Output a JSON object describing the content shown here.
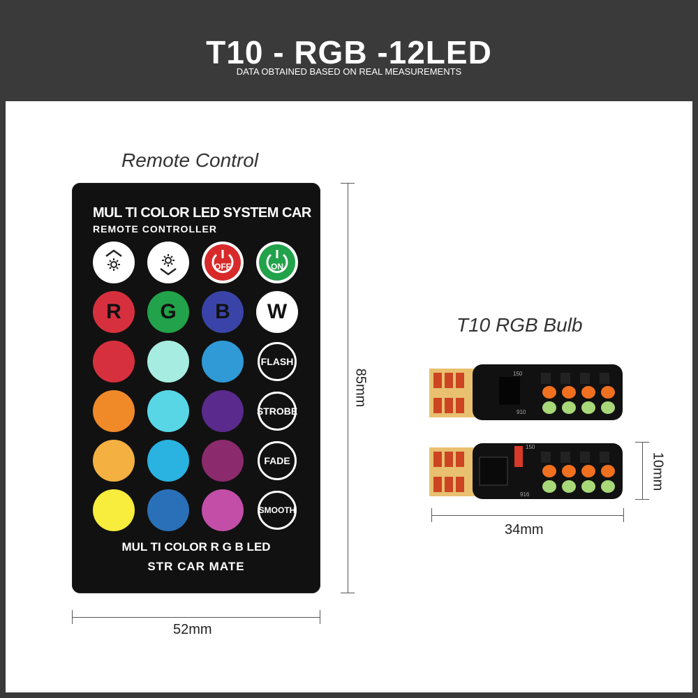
{
  "header": {
    "title": "T10 - RGB -12LED",
    "subtitle": "DATA OBTAINED BASED ON REAL MEASUREMENTS"
  },
  "remote": {
    "caption": "Remote Control",
    "heading_line1": "MUL TI COLOR LED SYSTEM CAR",
    "heading_line2": "REMOTE CONTROLLER",
    "footer_line1": "MUL TI COLOR R G B LED",
    "footer_line2": "STR CAR MATE",
    "buttons": {
      "off": "OFF",
      "on": "ON",
      "r": "R",
      "g": "G",
      "b": "B",
      "w": "W",
      "flash": "FLASH",
      "strobe": "STROBE",
      "fade": "FADE",
      "smooth": "SMOOTH"
    },
    "colors": {
      "row1": [
        "#d6303e",
        "#a6ece0",
        "#2f9ad6"
      ],
      "row2": [
        "#f08a28",
        "#58d6e6",
        "#5a2a8c"
      ],
      "row3": [
        "#f4b040",
        "#2ab2e0",
        "#8c2a6e"
      ],
      "row4": [
        "#f8ec3c",
        "#2a70b8",
        "#c24ea8"
      ]
    },
    "width_label": "52mm",
    "height_label": "85mm"
  },
  "bulb": {
    "caption": "T10 RGB Bulb",
    "length_label": "34mm",
    "diameter_label": "10mm",
    "chip_labels": [
      "150",
      "910",
      "150",
      "916"
    ]
  }
}
